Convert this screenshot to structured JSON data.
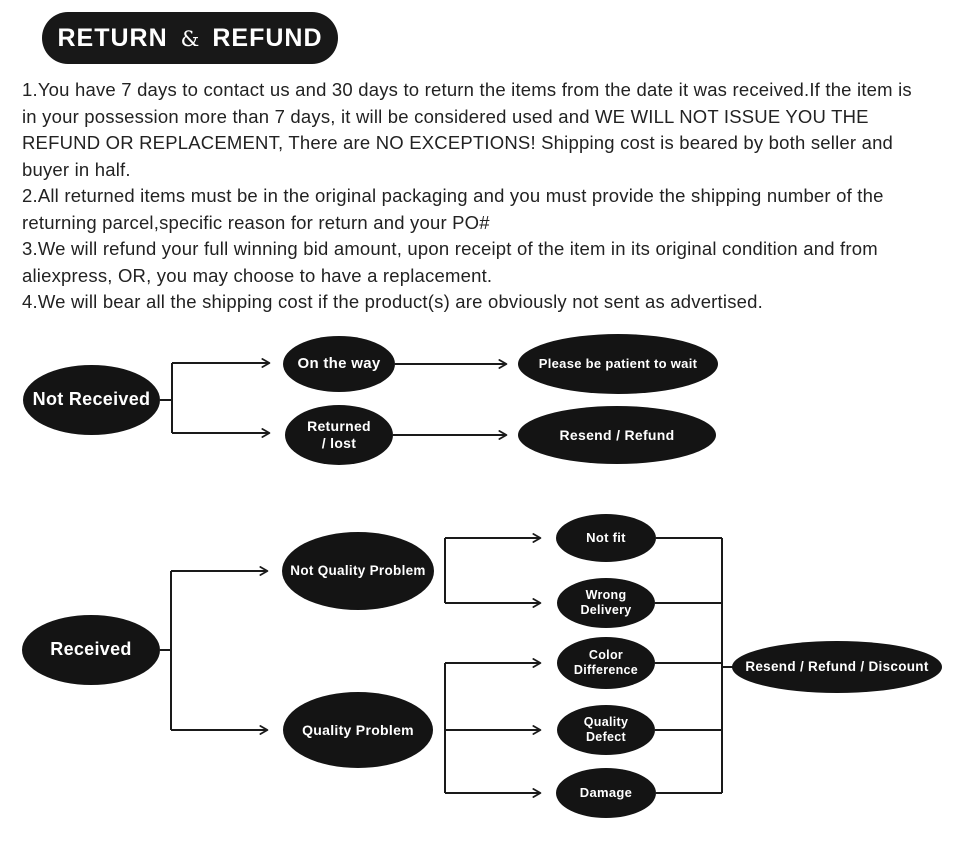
{
  "header": {
    "title": "RETURN & REFUND",
    "word1": "RETURN",
    "amp": "&",
    "word2": "REFUND"
  },
  "policy": {
    "items": [
      "1.You have 7 days to contact us and 30 days to return the items from the date it was received.If the item is in your possession more than 7 days, it will be considered used and WE WILL NOT ISSUE YOU THE REFUND OR REPLACEMENT, There are NO EXCEPTIONS! Shipping cost is beared by both seller and buyer in half.",
      "2.All returned items must be in the original packaging and you must provide the shipping number of the returning parcel,specific reason for return and your PO#",
      "3.We will refund your full winning bid amount, upon receipt of the item in its original condition and from aliexpress, OR, you may choose to have a replacement.",
      "4.We will bear all the shipping cost if the product(s) are obviously not sent as advertised."
    ]
  },
  "flowchart": {
    "colors": {
      "node_fill": "#141414",
      "node_text": "#ffffff",
      "line": "#1a1a1a"
    },
    "nodes": {
      "not_received": {
        "label": "Not Received"
      },
      "on_the_way": {
        "label": "On the way"
      },
      "returned_lost": {
        "line1": "Returned",
        "line2": "/  lost"
      },
      "please_wait": {
        "label": "Please be patient to wait"
      },
      "resend_refund": {
        "label": "Resend / Refund"
      },
      "received": {
        "label": "Received"
      },
      "not_quality_problem": {
        "label": "Not Quality Problem"
      },
      "quality_problem": {
        "label": "Quality Problem"
      },
      "not_fit": {
        "label": "Not fit"
      },
      "wrong_delivery": {
        "line1": "Wrong",
        "line2": "Delivery"
      },
      "color_difference": {
        "line1": "Color",
        "line2": "Difference"
      },
      "quality_defect": {
        "line1": "Quality",
        "line2": "Defect"
      },
      "damage": {
        "label": "Damage"
      },
      "resend_refund_discount": {
        "label": "Resend / Refund / Discount"
      }
    }
  }
}
